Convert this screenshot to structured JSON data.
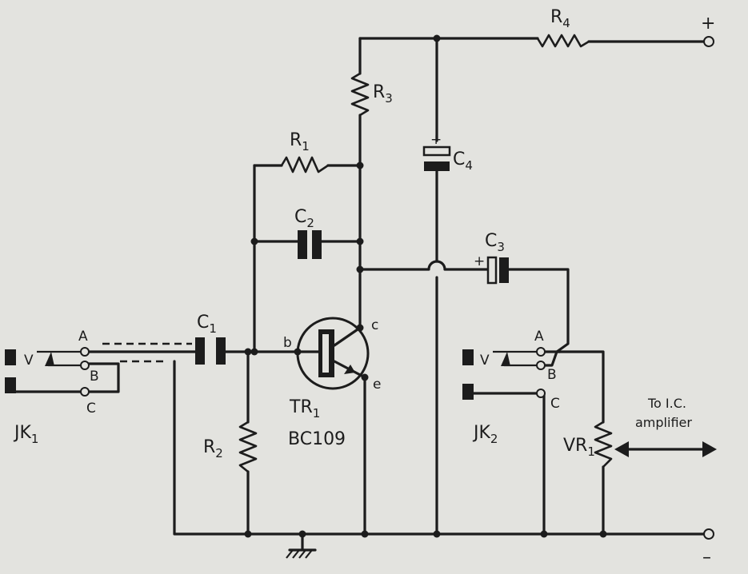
{
  "components": {
    "r1": {
      "name": "R",
      "sub": "1"
    },
    "r2": {
      "name": "R",
      "sub": "2"
    },
    "r3": {
      "name": "R",
      "sub": "3"
    },
    "r4": {
      "name": "R",
      "sub": "4"
    },
    "c1": {
      "name": "C",
      "sub": "1"
    },
    "c2": {
      "name": "C",
      "sub": "2"
    },
    "c3": {
      "name": "C",
      "sub": "3"
    },
    "c4": {
      "name": "C",
      "sub": "4"
    },
    "vr1": {
      "name": "VR",
      "sub": "1"
    },
    "tr1": {
      "name": "TR",
      "sub": "1",
      "part": "BC109"
    },
    "jk1": {
      "name": "JK",
      "sub": "1"
    },
    "jk2": {
      "name": "JK",
      "sub": "2"
    }
  },
  "transistor_pins": {
    "b": "b",
    "c": "c",
    "e": "e"
  },
  "jack_pins": {
    "v": "V",
    "a": "A",
    "b": "B",
    "c": "C"
  },
  "polarity": {
    "plus": "+",
    "minus": "–",
    "cap_plus": "+"
  },
  "output_note": {
    "line1": "To I.C.",
    "line2": "amplifier"
  }
}
